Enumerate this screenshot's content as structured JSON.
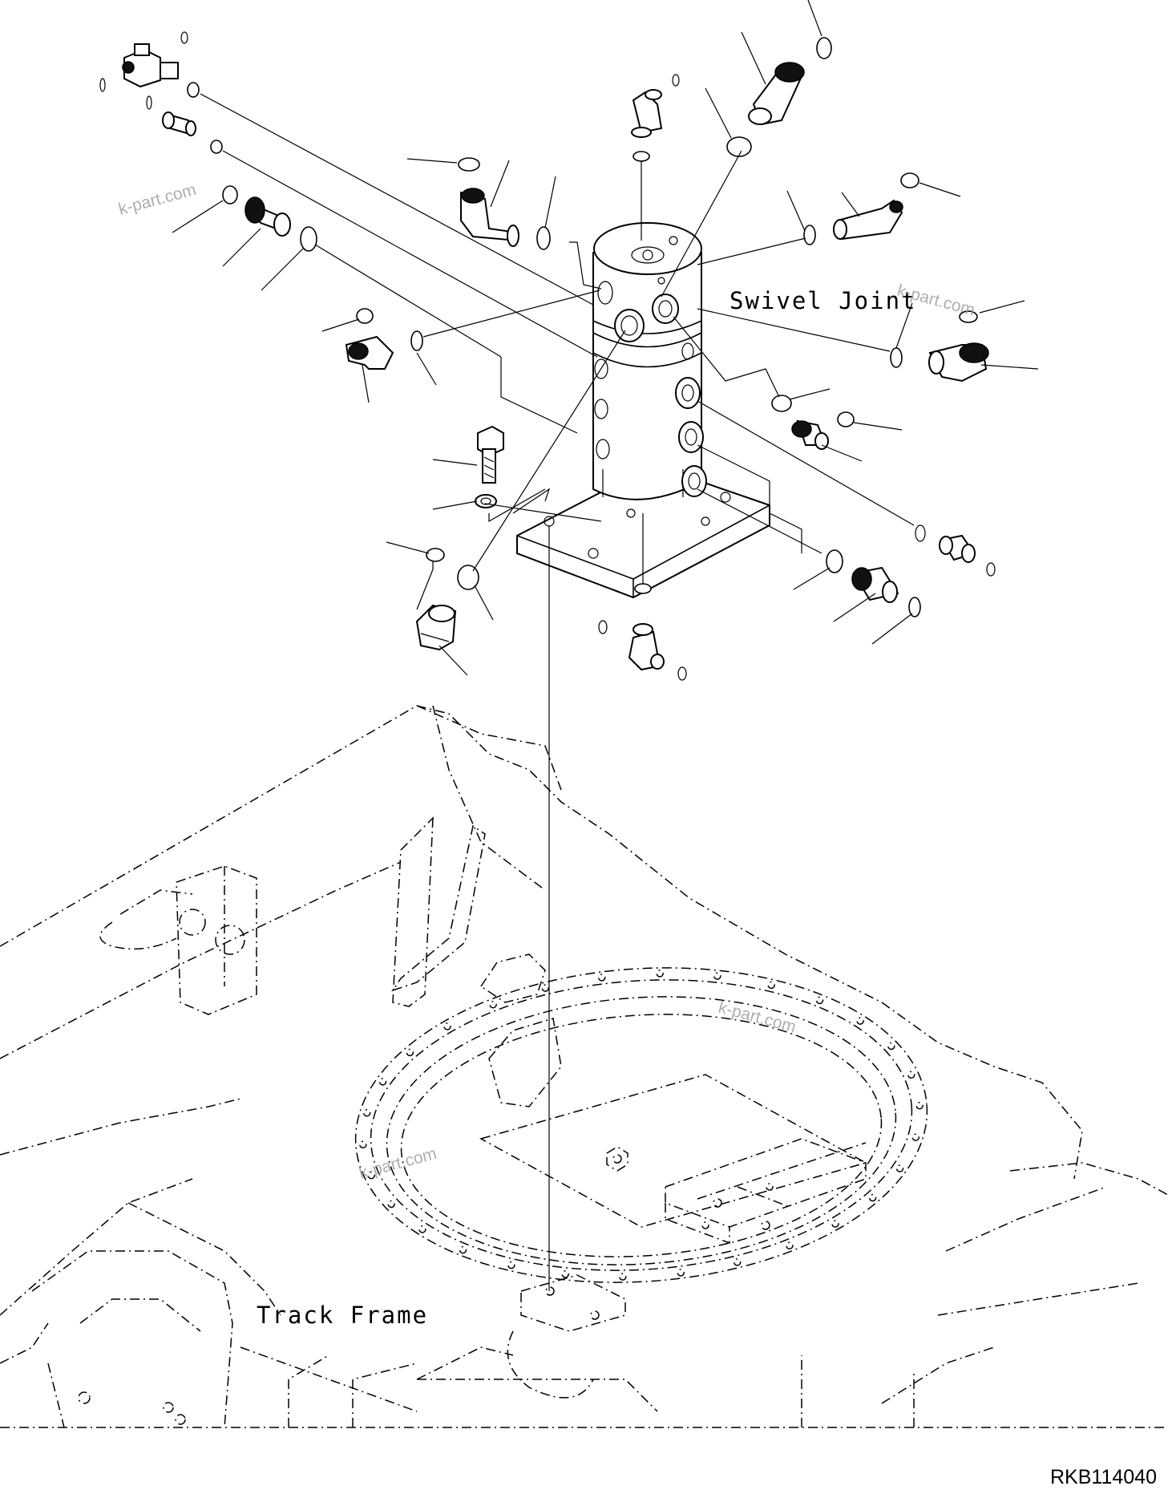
{
  "labels": {
    "swivel_joint": "Swivel Joint",
    "track_frame": "Track Frame"
  },
  "drawing_code": "RKB114040",
  "watermarks": [
    "k-part.com",
    "k-part.com",
    "k-part.com",
    "k-part.com"
  ]
}
